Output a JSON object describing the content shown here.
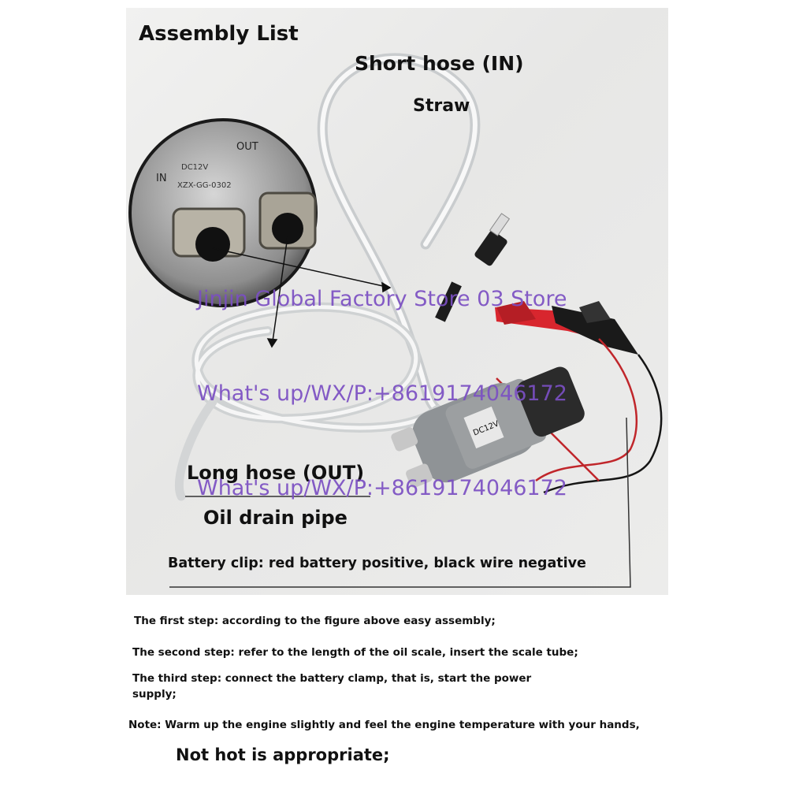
{
  "labels": {
    "title": "Assembly List",
    "short_hose": "Short hose (IN)",
    "straw": "Straw",
    "long_hose": "Long hose (OUT)",
    "oil_drain": "Oil drain pipe",
    "battery_clip": "Battery clip: red battery positive, black wire negative"
  },
  "inset": {
    "in_mark": "IN",
    "out_mark": "OUT",
    "voltage": "DC12V",
    "model": "XZX-GG-0302"
  },
  "pump_label": "DC12V",
  "watermarks": {
    "store": "Jinjin Global Factory Store 03 Store",
    "contact_1": "What's up/WX/P:+8619174046172",
    "contact_2": "What's up/WX/P:+8619174046172"
  },
  "steps": {
    "step1": "The first step: according to the figure above easy assembly;",
    "step2": "The second step: refer to the length of the oil scale, insert the scale tube;",
    "step3_line1": "The third step: connect the battery clamp, that is, start the power",
    "step3_line2": "supply;",
    "note": "Note: Warm up the engine slightly and feel the engine temperature with your hands,",
    "not_hot": "Not hot is appropriate;"
  },
  "colors": {
    "watermark": "#7b4fc3",
    "red_clip": "#d8262e",
    "black_clip": "#1a1a1a"
  }
}
